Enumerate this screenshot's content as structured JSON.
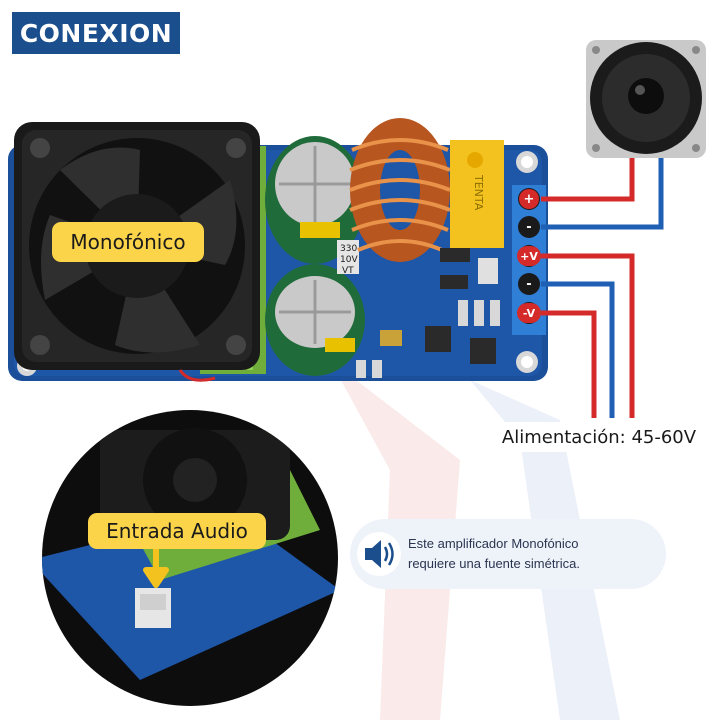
{
  "title": "CONEXION",
  "labels": {
    "mono": "Monofónico",
    "entrada": "Entrada Audio",
    "power": "Alimentación: 45-60V"
  },
  "info": {
    "line1": "Este amplificador Monofónico",
    "line2": "requiere una fuente simétrica."
  },
  "board": {
    "capacitor_marking": [
      "330",
      "10V",
      "VT"
    ],
    "inductor_brand": "TENTA"
  },
  "terminals": [
    "+",
    "-",
    "+V",
    "-",
    "-V"
  ],
  "colors": {
    "title_bg": "#1b4e8c",
    "label_bg": "#fbd44a",
    "wire_red": "#d42a2a",
    "wire_blue": "#1f5fb4",
    "pcb": "#1c4f9a",
    "heatsink": "#7fc243"
  }
}
